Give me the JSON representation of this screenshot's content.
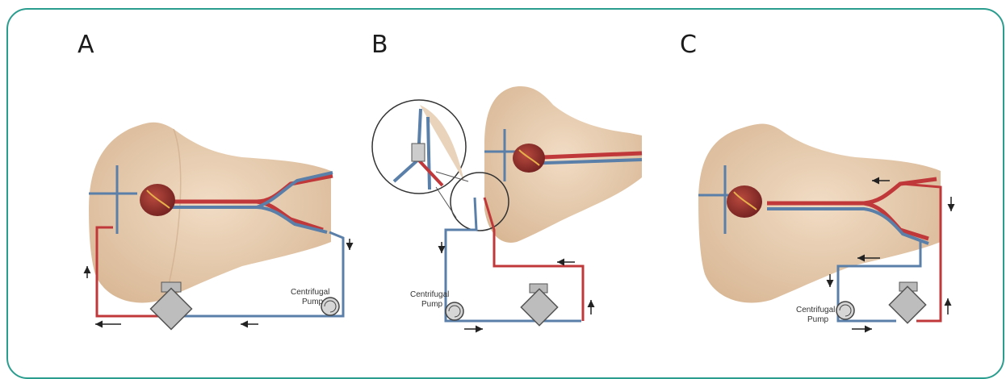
{
  "panels": [
    {
      "letter": "A",
      "pump_label_1": "Centrifugal",
      "pump_label_2": "Pump"
    },
    {
      "letter": "B",
      "pump_label_1": "Centrifugal",
      "pump_label_2": "Pump"
    },
    {
      "letter": "C",
      "pump_label_1": "Centrifugal",
      "pump_label_2": "Pump"
    }
  ],
  "colors": {
    "frame": "#2a9d8f",
    "skin": "#e8cfb4",
    "arterial": "#c0383a",
    "venous": "#5a7fa8",
    "heart": "#8e2a2a",
    "device": "#9a9a9a"
  }
}
